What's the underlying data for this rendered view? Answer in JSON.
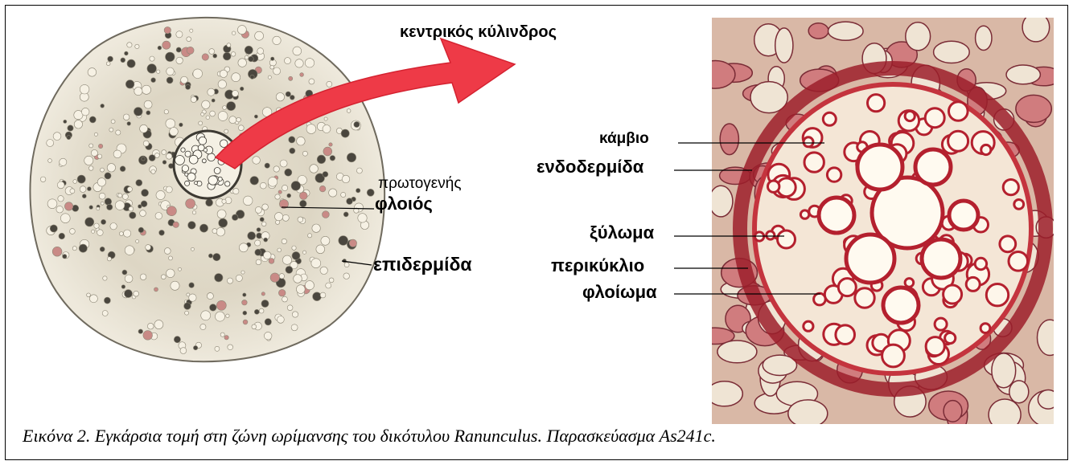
{
  "figure": {
    "labels": {
      "central_cylinder": "κεντρικός κύλινδρος",
      "primary": "πρωτογενής",
      "cortex": "φλοιός",
      "epidermis": "επιδερμίδα",
      "cambium": "κάμβιο",
      "endodermis": "ενδοδερμίδα",
      "xylem": "ξύλωμα",
      "pericycle": "περικύκλιο",
      "phloem": "φλοίωμα"
    },
    "caption": "Εικόνα 2. Εγκάρσια τομή στη ζώνη ωρίμανσης του δικότυλου Ranunculus. Παρασκεύασμα As241c."
  },
  "colors": {
    "arrow": "#e8303c",
    "stain_red": "#b01c2c",
    "cell_fill": "#f7efdc",
    "micro_bg": "#d9a89a"
  }
}
